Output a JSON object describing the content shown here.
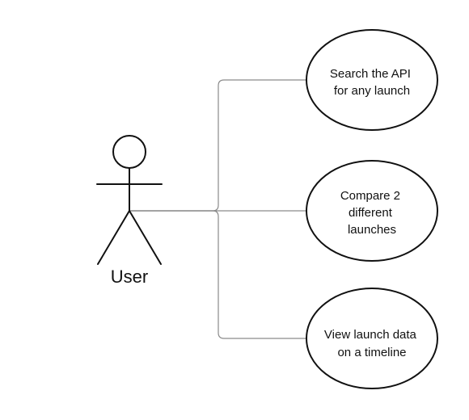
{
  "actor": {
    "label": "User"
  },
  "use_cases": [
    {
      "lines": [
        "Search the API",
        "for any launch"
      ]
    },
    {
      "lines": [
        "Compare 2",
        "different",
        "launches"
      ]
    },
    {
      "lines": [
        "View launch data",
        "on a timeline"
      ]
    }
  ]
}
